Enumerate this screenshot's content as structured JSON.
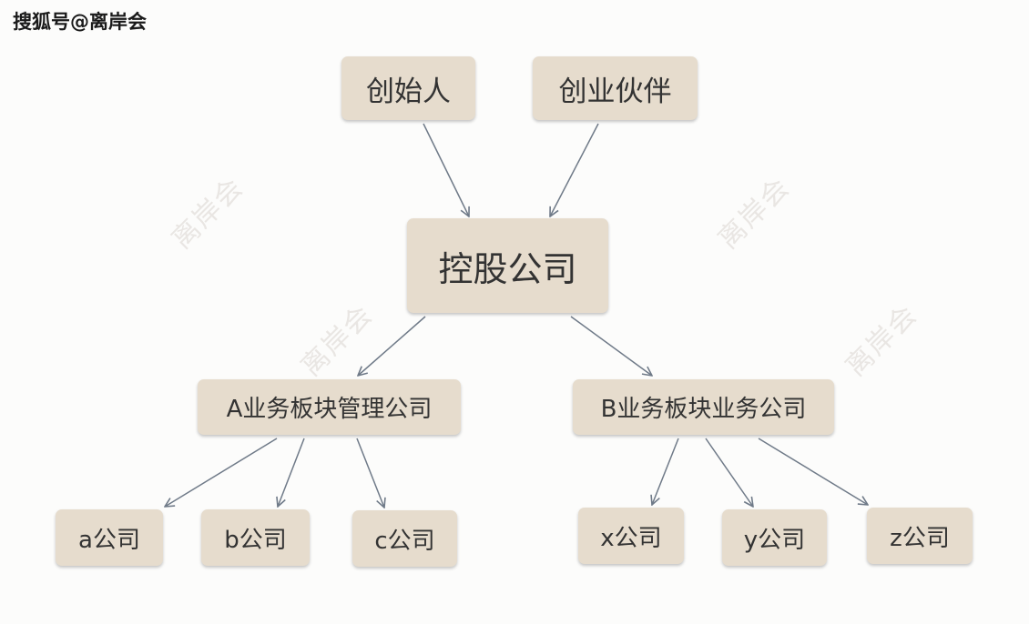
{
  "source": "搜狐号@离岸会",
  "watermark": "离岸会",
  "colors": {
    "node_fill": "#e6dccd",
    "node_text": "#333333",
    "edge": "#6f7a88",
    "watermark": "#e9e6e3"
  },
  "nodes": {
    "founder": "创始人",
    "partner": "创业伙伴",
    "holding": "控股公司",
    "a_mgmt": "A业务板块管理公司",
    "b_biz": "B业务板块业务公司",
    "a_co": "a公司",
    "b_co": "b公司",
    "c_co": "c公司",
    "x_co": "x公司",
    "y_co": "y公司",
    "z_co": "z公司"
  },
  "edges": [
    {
      "from": "founder",
      "to": "holding"
    },
    {
      "from": "partner",
      "to": "holding"
    },
    {
      "from": "holding",
      "to": "a_mgmt"
    },
    {
      "from": "holding",
      "to": "b_biz"
    },
    {
      "from": "a_mgmt",
      "to": "a_co"
    },
    {
      "from": "a_mgmt",
      "to": "b_co"
    },
    {
      "from": "a_mgmt",
      "to": "c_co"
    },
    {
      "from": "b_biz",
      "to": "x_co"
    },
    {
      "from": "b_biz",
      "to": "y_co"
    },
    {
      "from": "b_biz",
      "to": "z_co"
    }
  ]
}
